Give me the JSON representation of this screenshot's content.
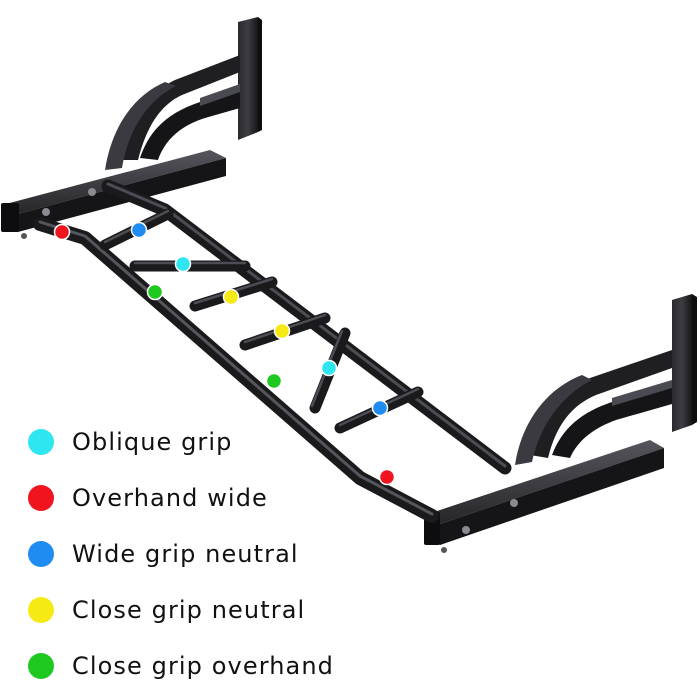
{
  "image": {
    "subject": "Wall-mounted multi-grip pull-up bar",
    "colors": {
      "frame": "#1c1c1f",
      "frame_highlight": "#4a4a52",
      "background": "#ffffff",
      "bolt": "#8a8a90"
    }
  },
  "legend": {
    "items": [
      {
        "key": "oblique",
        "label": "Oblique grip",
        "color": "#2ee6f0"
      },
      {
        "key": "overhand_wide",
        "label": "Overhand wide",
        "color": "#f0141e"
      },
      {
        "key": "wide_neutral",
        "label": "Wide grip neutral",
        "color": "#1e8cf0"
      },
      {
        "key": "close_neutral",
        "label": "Close grip neutral",
        "color": "#f5ea14"
      },
      {
        "key": "close_overhand",
        "label": "Close grip overhand",
        "color": "#1ec81e"
      }
    ]
  },
  "grip_markers": [
    {
      "grip": "overhand_wide"
    },
    {
      "grip": "wide_neutral"
    },
    {
      "grip": "oblique"
    },
    {
      "grip": "close_overhand"
    },
    {
      "grip": "close_neutral"
    },
    {
      "grip": "close_neutral"
    },
    {
      "grip": "close_overhand"
    },
    {
      "grip": "oblique"
    },
    {
      "grip": "wide_neutral"
    },
    {
      "grip": "overhand_wide"
    }
  ]
}
